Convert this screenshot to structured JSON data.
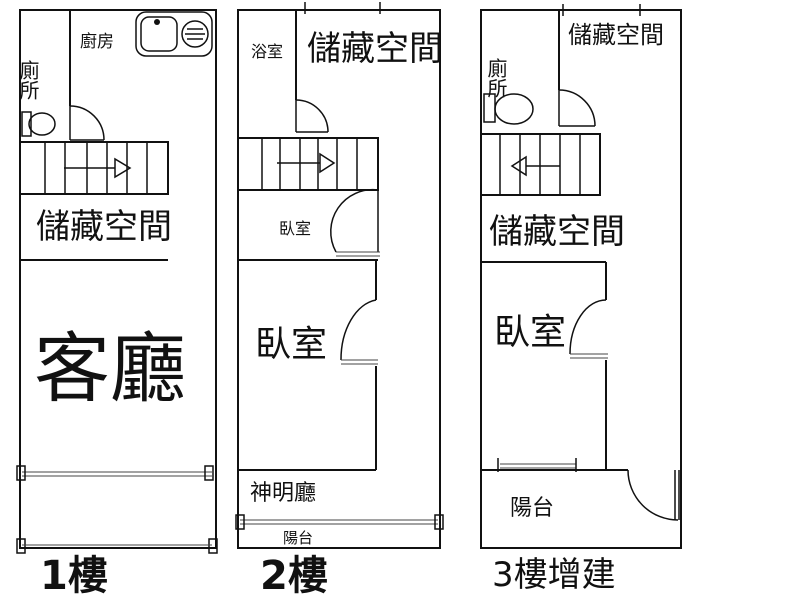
{
  "floors": [
    {
      "title": "1樓",
      "rooms": {
        "toilet": "廁所",
        "kitchen": "廚房",
        "storage": "儲藏空間",
        "living": "客廳"
      }
    },
    {
      "title": "2樓",
      "rooms": {
        "bath": "浴室",
        "storage": "儲藏空間",
        "bedroom_small": "臥室",
        "bedroom_large": "臥室",
        "shrine": "神明廳",
        "balcony": "陽台"
      }
    },
    {
      "title": "3樓增建",
      "rooms": {
        "toilet": "廁所",
        "storage_top": "儲藏空間",
        "storage": "儲藏空間",
        "bedroom": "臥室",
        "balcony": "陽台"
      }
    }
  ]
}
